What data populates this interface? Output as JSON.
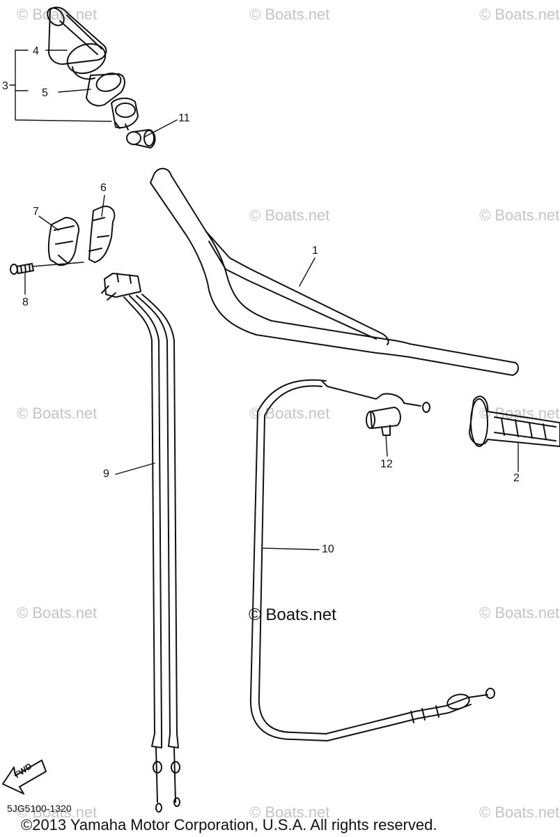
{
  "watermark": "© Boats.net",
  "center_watermark": "© Boats.net",
  "callouts": {
    "c1": "1",
    "c2": "2",
    "c3": "3",
    "c4": "4",
    "c5": "5",
    "c6": "6",
    "c7": "7",
    "c8": "8",
    "c9": "9",
    "c10": "10",
    "c11": "11",
    "c12": "12"
  },
  "fwd_label": "FWD",
  "diagram_code": "5JG5100-1320",
  "copyright": "©2013 Yamaha Motor Corporation, U.S.A. All rights reserved."
}
